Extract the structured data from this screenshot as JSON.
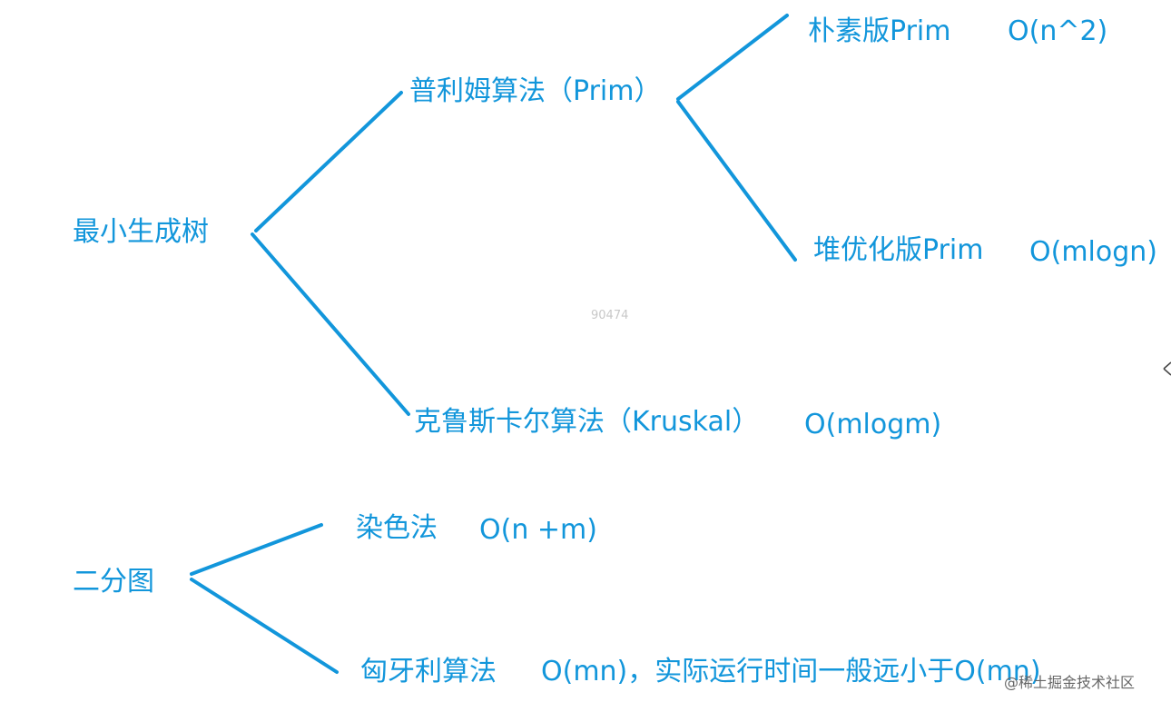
{
  "colors": {
    "ink": "#1296db",
    "background": "#ffffff",
    "watermark": "#c8c8c8"
  },
  "nodes": {
    "mst": "最小生成树",
    "prim": "普利姆算法（Prim）",
    "prim_naive": "朴素版Prim",
    "prim_naive_complexity": "O(n^2)",
    "prim_heap": "堆优化版Prim",
    "prim_heap_complexity": "O(mlogn)",
    "kruskal": "克鲁斯卡尔算法（Kruskal）",
    "kruskal_complexity": "O(mlogm)",
    "bipartite": "二分图",
    "coloring": "染色法",
    "coloring_complexity": "O(n +m)",
    "hungarian": "匈牙利算法",
    "hungarian_complexity": "O(mn)，实际运行时间一般远小于O(mn)"
  },
  "watermark": {
    "center_number": "90474",
    "credit": "@稀土掘金技术社区"
  }
}
